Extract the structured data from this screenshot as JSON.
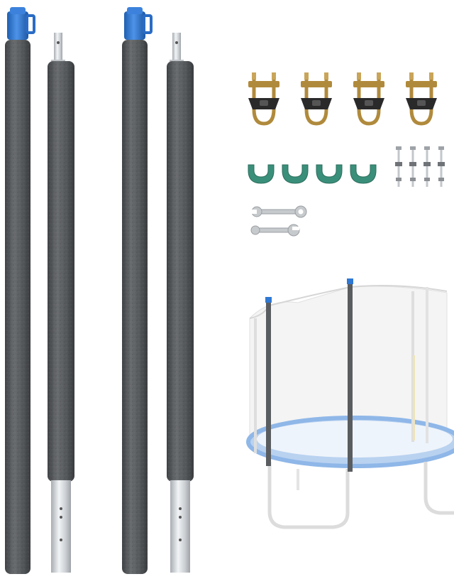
{
  "scene": {
    "background": "#ffffff",
    "colors": {
      "foam": "#5a5d60",
      "foam_dark": "#45484b",
      "steel": "#d9dcdf",
      "steel_dark": "#9ea3a8",
      "cap_blue": "#2f78d4",
      "clamp_brass": "#b08a3c",
      "clamp_black": "#2a2a2a",
      "pad_green": "#3a8f7a",
      "net": "#e6e6e6",
      "mat_blue": "#8fb7e8",
      "frame": "#dcdcdc"
    },
    "parts": {
      "long_foam_poles_with_caps": 2,
      "short_foam_poles_with_tubes": 2,
      "u_clamps": 4,
      "rubber_pads": 4,
      "bolts": 4,
      "wrenches": 2
    },
    "icons": [
      "pole-cap-icon",
      "u-clamp-icon",
      "rubber-pad-icon",
      "bolt-icon",
      "wrench-icon",
      "trampoline-icon"
    ]
  }
}
